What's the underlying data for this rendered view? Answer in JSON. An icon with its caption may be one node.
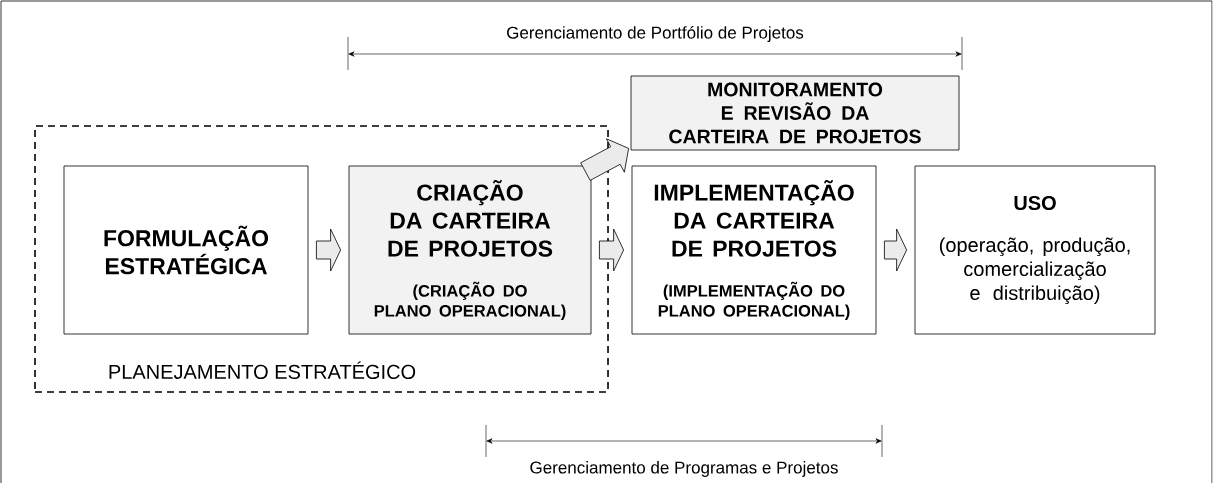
{
  "diagram": {
    "nodes": [
      {
        "text": [
          "PLANEJAMENTO ESTRATÉGICO"
        ]
      },
      {
        "text": [
          "FORMULAÇÃO ESTRATÉGICA"
        ],
        "in": 0
      },
      {
        "text": [
          "CRIAÇÃO DA CARTEIRA DE PROJETOS",
          "(CRIAÇÃO DO PLANO OPERACIONAL)"
        ],
        "in": 0
      },
      {
        "text": [
          "MONITORAMENTO E REVISÃO DA CARTEIRA DE PROJETOS"
        ]
      },
      {
        "text": [
          "IMPLEMENTAÇÃO DA CARTEIRA DE PROJETOS",
          "(IMPLEMENTAÇÃO DO PLANO OPERACIONAL)"
        ]
      },
      {
        "text": [
          "USO",
          "(operação, produção, comercialização e distribuição)"
        ]
      }
    ],
    "edges": [
      {
        "from": 1,
        "to": 2,
        "arrow": "to"
      },
      {
        "from": 2,
        "to": 4,
        "arrow": "to"
      },
      {
        "from": 4,
        "to": 5,
        "arrow": "to"
      },
      {
        "from": 2,
        "to": 3,
        "arrow": "to"
      }
    ],
    "labels": [
      "Gerenciamento de Portfólio de Projetos",
      "Gerenciamento de Programas e Projetos"
    ]
  }
}
